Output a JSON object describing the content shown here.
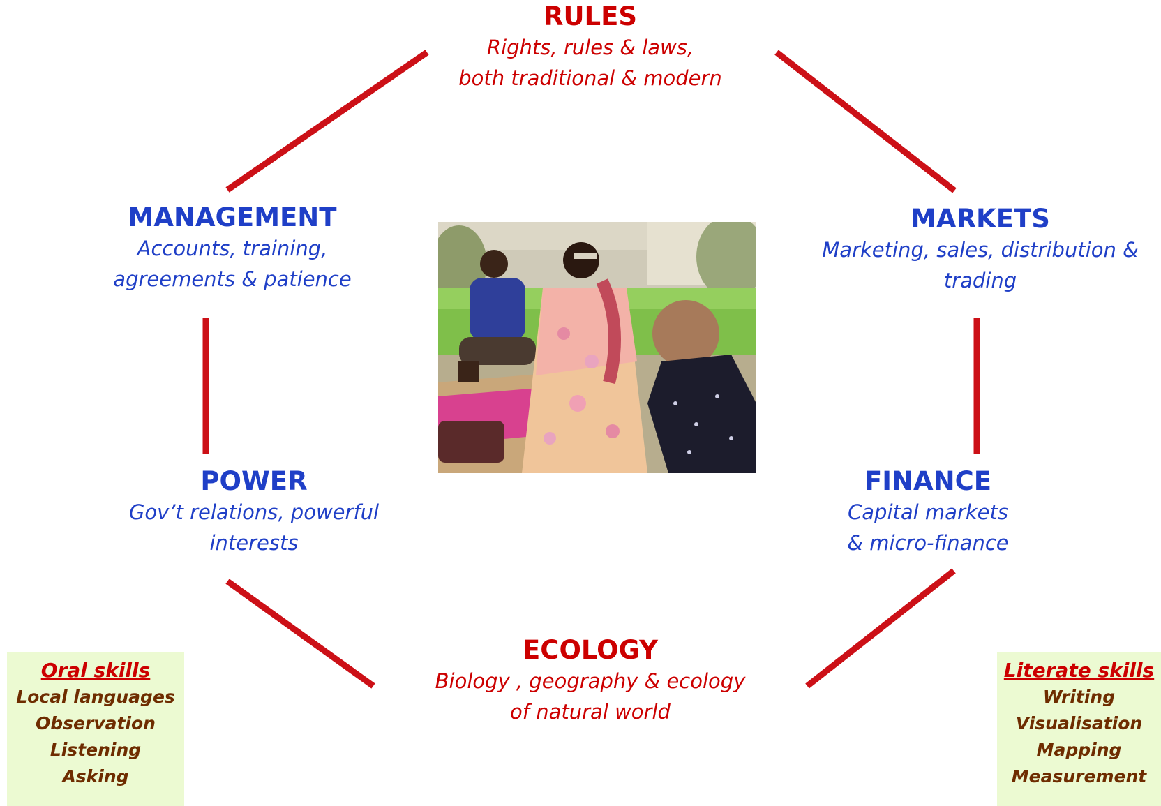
{
  "colors": {
    "connector": "#cc1017",
    "red_text": "#cc0000",
    "blue_text": "#1f3fc7",
    "skills_text": "#6e2c00",
    "skills_bg": "#ecfad2"
  },
  "nodes": {
    "rules": {
      "title": "RULES",
      "desc_1": "Rights, rules & laws,",
      "desc_2": "both traditional & modern"
    },
    "management": {
      "title": "MANAGEMENT",
      "desc_1": "Accounts, training,",
      "desc_2": "agreements & patience"
    },
    "markets": {
      "title": "MARKETS",
      "desc_1": "Marketing, sales, distribution &",
      "desc_2": "trading"
    },
    "power": {
      "title": "POWER",
      "desc_1": "Gov’t relations, powerful",
      "desc_2": "interests"
    },
    "finance": {
      "title": "FINANCE",
      "desc_1": "Capital markets",
      "desc_2": "& micro-finance"
    },
    "ecology": {
      "title": "ECOLOGY",
      "desc_1": "Biology , geography & ecology",
      "desc_2": "of natural world"
    }
  },
  "photo": {
    "subject": "group-of-people-seated-on-mat-outdoors"
  },
  "skills": {
    "oral": {
      "heading": "Oral skills",
      "items": [
        "Local languages",
        "Observation",
        "Listening",
        "Asking"
      ]
    },
    "literate": {
      "heading": "Literate skills",
      "items": [
        "Writing",
        "Visualisation",
        "Mapping",
        "Measurement"
      ]
    }
  }
}
